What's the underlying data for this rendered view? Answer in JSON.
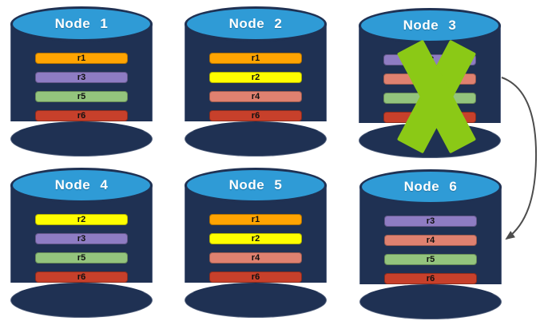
{
  "colors": {
    "background": "#FFFFFF",
    "cylinder_body": "#1F3153",
    "cylinder_top": "#2F9BD6",
    "node_title_text": "#FFFFFF",
    "row_text": "#111111",
    "failure_x": "#8BC916",
    "arrow": "#4D4D4D",
    "row_palette": {
      "r1": "#FFA402",
      "r2": "#FEFE00",
      "r3": "#8E7CC3",
      "r4": "#DF8170",
      "r5": "#93C47D",
      "r6": "#C7402B"
    }
  },
  "nodes": [
    {
      "title": "Node 1",
      "failed": false,
      "rows": [
        {
          "label": "r1",
          "color": "#FFA402"
        },
        {
          "label": "r3",
          "color": "#8E7CC3"
        },
        {
          "label": "r5",
          "color": "#93C47D"
        },
        {
          "label": "r6",
          "color": "#C7402B"
        }
      ]
    },
    {
      "title": "Node 2",
      "failed": false,
      "rows": [
        {
          "label": "r1",
          "color": "#FFA402"
        },
        {
          "label": "r2",
          "color": "#FEFE00"
        },
        {
          "label": "r4",
          "color": "#DF8170"
        },
        {
          "label": "r6",
          "color": "#C7402B"
        }
      ]
    },
    {
      "title": "Node 3",
      "failed": true,
      "rows": [
        {
          "label": "r3",
          "color": "#8E7CC3"
        },
        {
          "label": "r4",
          "color": "#DF8170"
        },
        {
          "label": "r5",
          "color": "#93C47D"
        },
        {
          "label": "r6",
          "color": "#C7402B"
        }
      ]
    },
    {
      "title": "Node 4",
      "failed": false,
      "rows": [
        {
          "label": "r2",
          "color": "#FEFE00"
        },
        {
          "label": "r3",
          "color": "#8E7CC3"
        },
        {
          "label": "r5",
          "color": "#93C47D"
        },
        {
          "label": "r6",
          "color": "#C7402B"
        }
      ]
    },
    {
      "title": "Node 5",
      "failed": false,
      "rows": [
        {
          "label": "r1",
          "color": "#FFA402"
        },
        {
          "label": "r2",
          "color": "#FEFE00"
        },
        {
          "label": "r4",
          "color": "#DF8170"
        },
        {
          "label": "r6",
          "color": "#C7402B"
        }
      ]
    },
    {
      "title": "Node 6",
      "failed": false,
      "rows": [
        {
          "label": "r3",
          "color": "#8E7CC3"
        },
        {
          "label": "r4",
          "color": "#DF8170"
        },
        {
          "label": "r5",
          "color": "#93C47D"
        },
        {
          "label": "r6",
          "color": "#C7402B"
        }
      ]
    }
  ],
  "arrow": {
    "from": "Node 3",
    "to": "Node 6"
  }
}
